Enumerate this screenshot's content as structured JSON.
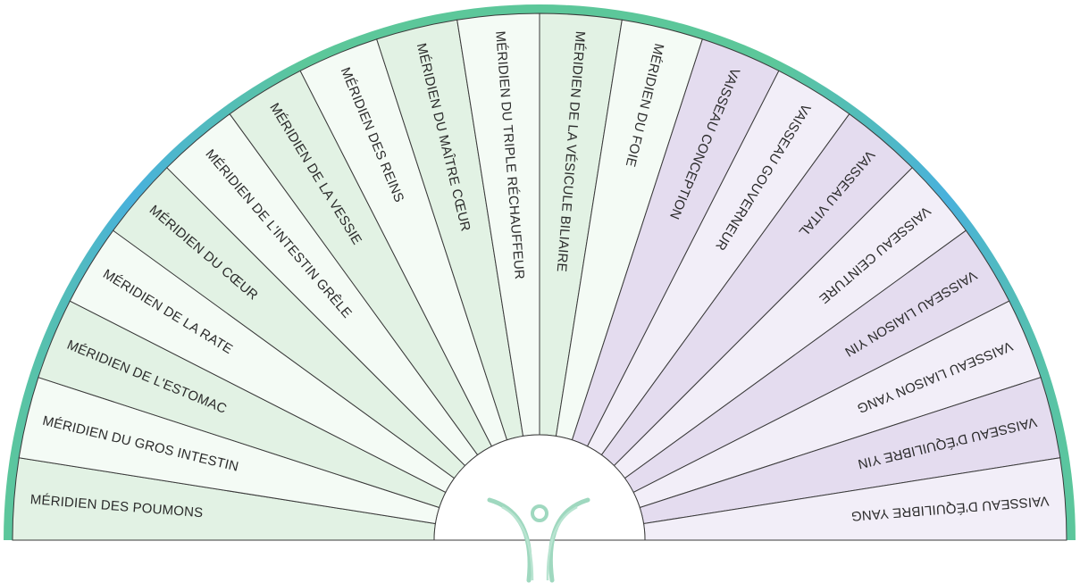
{
  "segments": [
    {
      "label": "MÉRIDIEN DES POUMONS",
      "group": "meridien"
    },
    {
      "label": "MÉRIDIEN DU GROS INTESTIN",
      "group": "meridien"
    },
    {
      "label": "MÉRIDIEN DE L'ESTOMAC",
      "group": "meridien"
    },
    {
      "label": "MÉRIDIEN DE LA RATE",
      "group": "meridien"
    },
    {
      "label": "MÉRIDIEN DU CŒUR",
      "group": "meridien"
    },
    {
      "label": "MÉRIDIEN DE L'INTESTIN GRÊLE",
      "group": "meridien"
    },
    {
      "label": "MÉRIDIEN DE LA VESSIE",
      "group": "meridien"
    },
    {
      "label": "MÉRIDIEN DES REINS",
      "group": "meridien"
    },
    {
      "label": "MÉRIDIEN DU MAÎTRE CŒUR",
      "group": "meridien"
    },
    {
      "label": "MÉRIDIEN DU TRIPLE RÉCHAUFFEUR",
      "group": "meridien"
    },
    {
      "label": "MÉRIDIEN DE LA VÉSICULE BILIAIRE",
      "group": "meridien"
    },
    {
      "label": "MÉRIDIEN DU FOIE",
      "group": "meridien"
    },
    {
      "label": "VAISSEAU CONCEPTION",
      "group": "vaisseau"
    },
    {
      "label": "VAISSEAU GOUVERNEUR",
      "group": "vaisseau"
    },
    {
      "label": "VAISSEAU VITAL",
      "group": "vaisseau"
    },
    {
      "label": "VAISSEAU CEINTURE",
      "group": "vaisseau"
    },
    {
      "label": "VAISSEAU LIAISON YIN",
      "group": "vaisseau"
    },
    {
      "label": "VAISSEAU LIAISON YANG",
      "group": "vaisseau"
    },
    {
      "label": "VAISSEAU D'ÉQUILIBRE YIN",
      "group": "vaisseau"
    },
    {
      "label": "VAISSEAU D'ÉQUILIBRE YANG",
      "group": "vaisseau"
    }
  ],
  "colors": {
    "meridien_fill_a": "#e2f2e4",
    "meridien_fill_b": "#f4fbf5",
    "vaisseau_fill_a": "#e4dcef",
    "vaisseau_fill_b": "#f2eef8",
    "border_green": "#5cc79a",
    "border_blue": "#49b1dc",
    "divider": "#3a3a3a",
    "logo": "#9fd8bf"
  },
  "icons": {
    "logo": "human-figure-logo-icon"
  }
}
